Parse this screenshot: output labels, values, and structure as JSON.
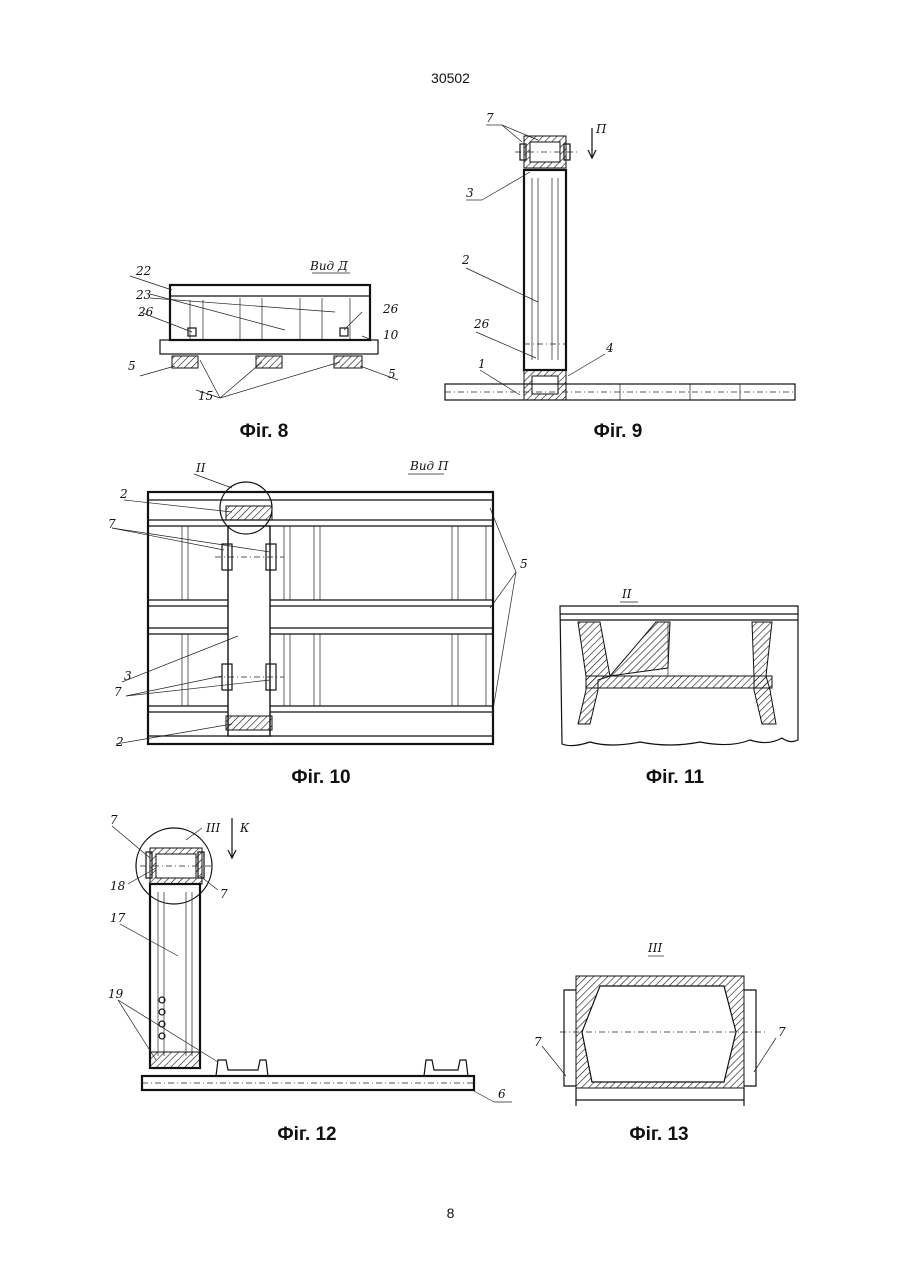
{
  "header": {
    "patent_number": "30502"
  },
  "footer": {
    "page_number": "8"
  },
  "figures": {
    "fig8": {
      "caption": "Фіг. 8",
      "view_label": "Вид Д",
      "labels": {
        "a": "22",
        "b": "23",
        "c": "26",
        "d": "26",
        "e": "10",
        "f": "5",
        "g": "5",
        "h": "15"
      }
    },
    "fig9": {
      "caption": "Фіг. 9",
      "labels": {
        "a": "7",
        "b": "П",
        "c": "3",
        "d": "2",
        "e": "26",
        "f": "4",
        "g": "1"
      }
    },
    "fig10": {
      "caption": "Фіг. 10",
      "view_label": "Вид П",
      "labels": {
        "a": "II",
        "b": "2",
        "c": "7",
        "d": "5",
        "e": "3",
        "f": "7",
        "g": "2"
      }
    },
    "fig11": {
      "caption": "Фіг. 11",
      "labels": {
        "a": "II"
      }
    },
    "fig12": {
      "caption": "Фіг. 12",
      "labels": {
        "a": "7",
        "b": "III",
        "c": "К",
        "d": "18",
        "e": "7",
        "f": "17",
        "g": "19",
        "h": "6"
      }
    },
    "fig13": {
      "caption": "Фіг. 13",
      "labels": {
        "a": "III",
        "b": "7",
        "c": "7"
      }
    }
  }
}
